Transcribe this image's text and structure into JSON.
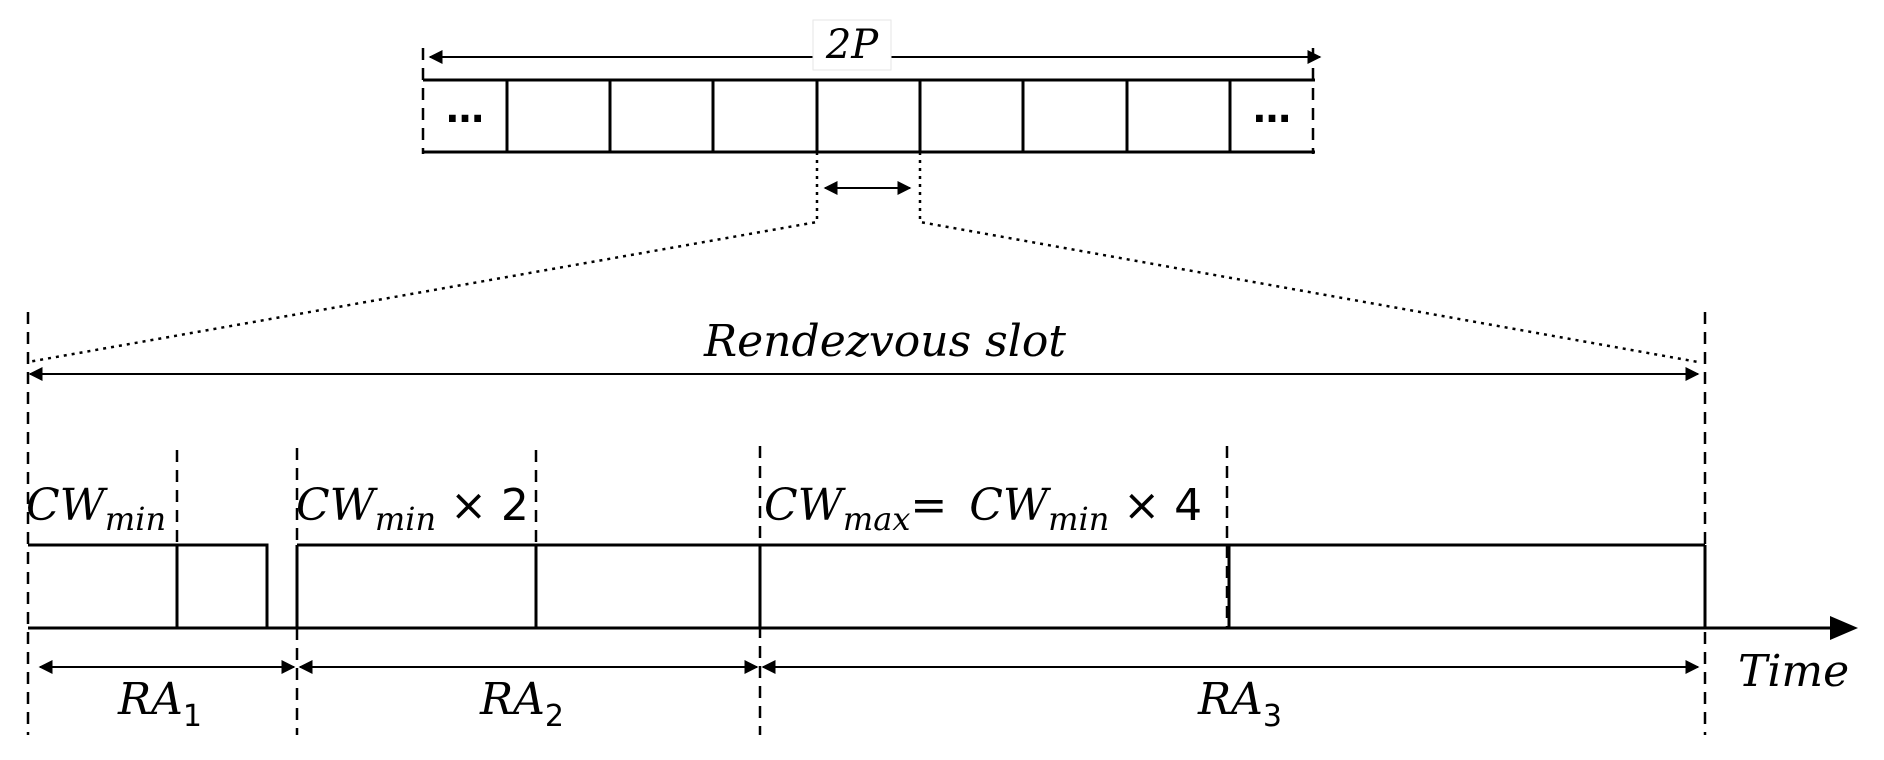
{
  "period": {
    "label": "2P",
    "ellipsis_left": "…",
    "ellipsis_right": "…"
  },
  "rendezvous": {
    "label": "Rendezvous slot"
  },
  "cw": {
    "min": {
      "base": "CW",
      "sub": "min"
    },
    "min_x2": {
      "base": "CW",
      "sub": "min",
      "suffix": " × 2"
    },
    "max": {
      "base": "CW",
      "sub": "max",
      "eq": "=",
      "rhs_base": "CW",
      "rhs_sub": "min",
      "suffix": " × 4"
    }
  },
  "ra": [
    {
      "base": "RA",
      "sub": "1"
    },
    {
      "base": "RA",
      "sub": "2"
    },
    {
      "base": "RA",
      "sub": "3"
    }
  ],
  "axis": {
    "label": "Time"
  }
}
